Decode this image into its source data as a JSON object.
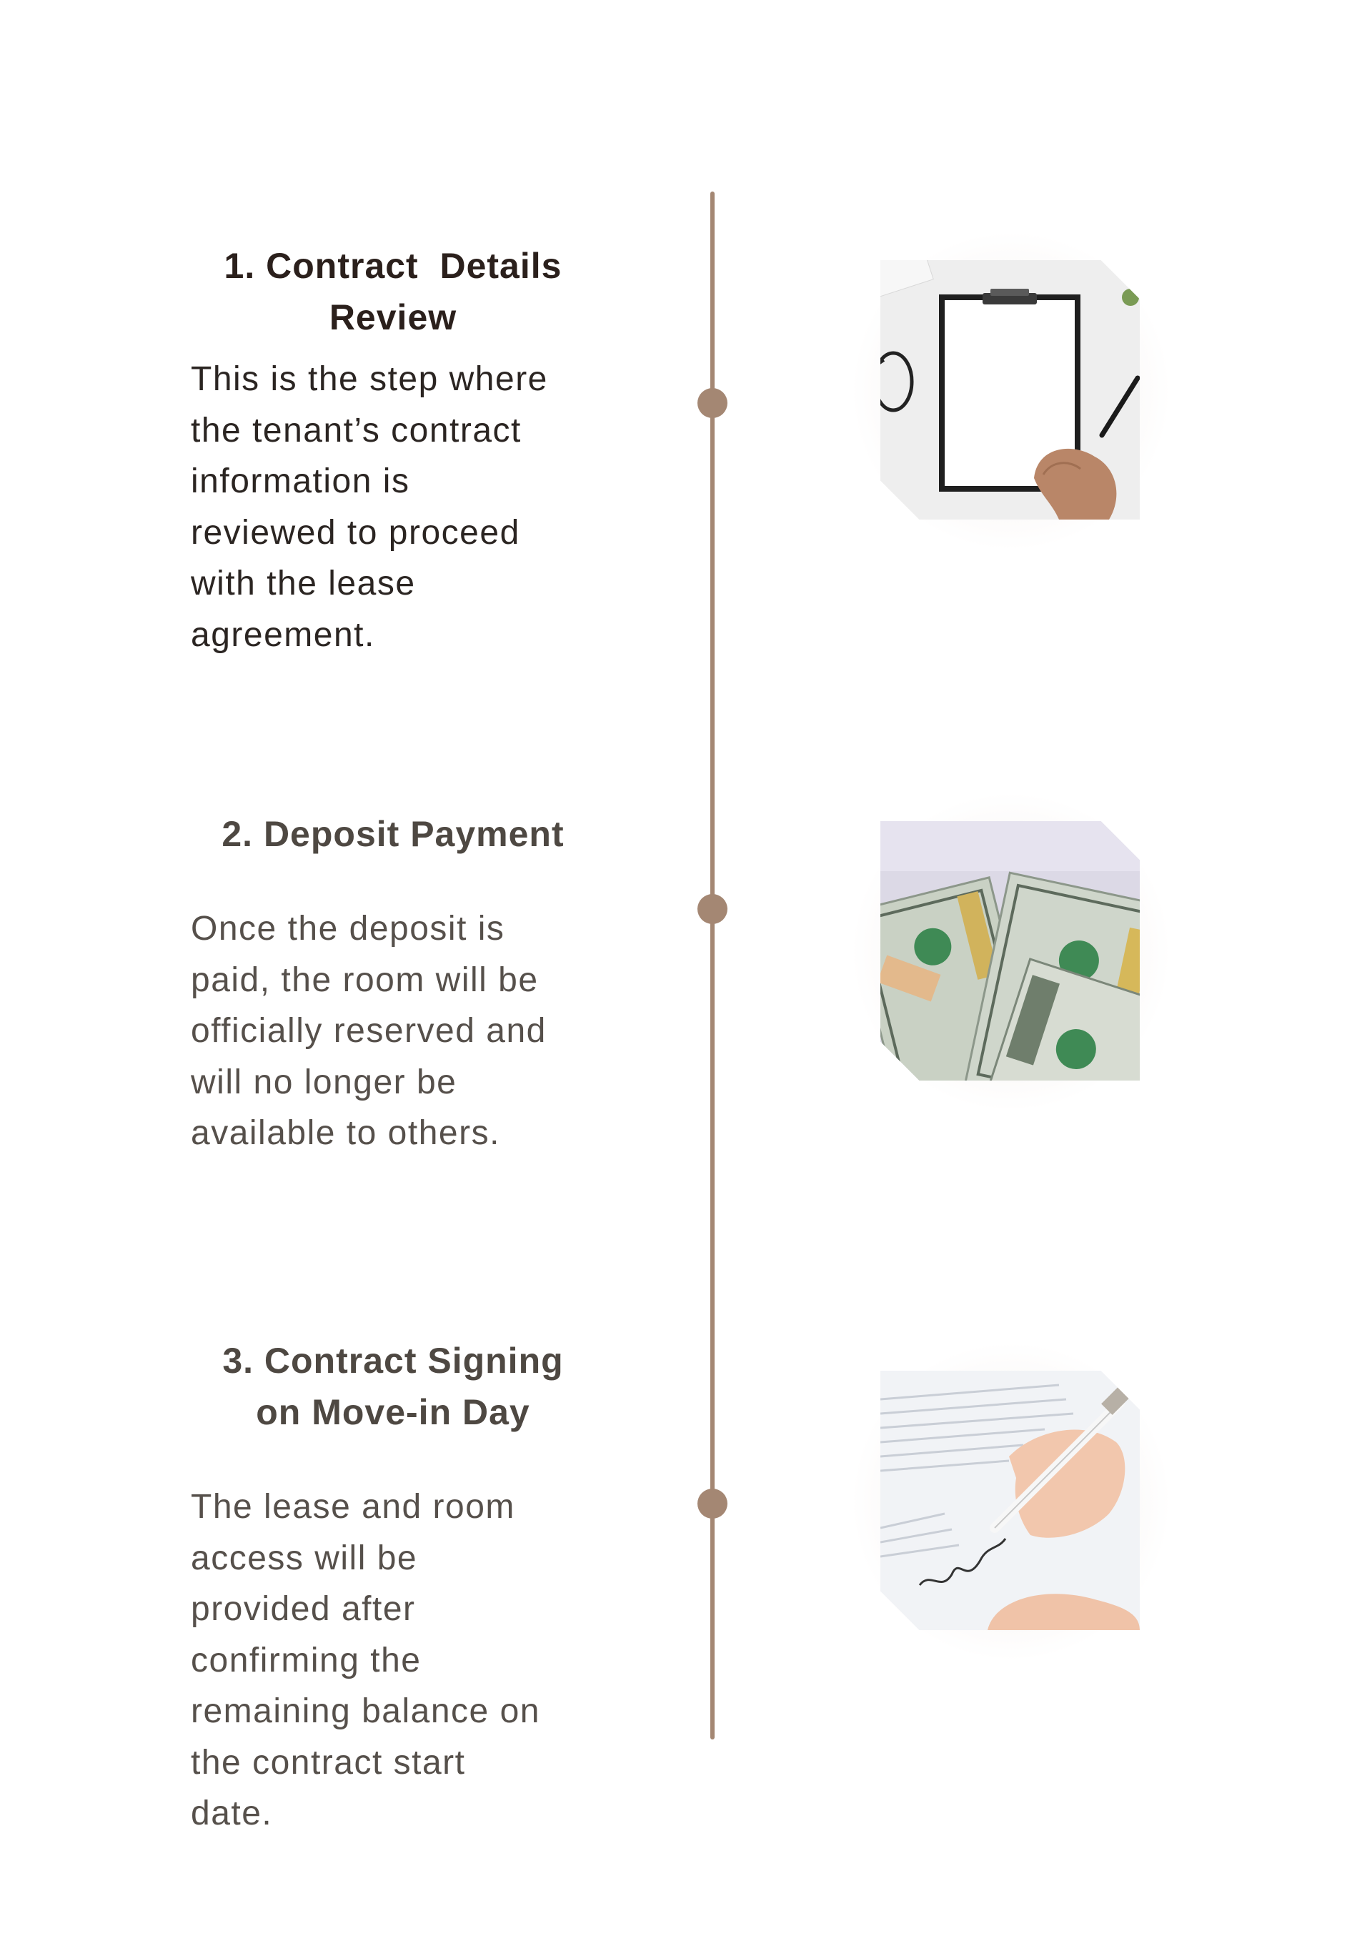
{
  "steps": [
    {
      "title_line1": "1. Contract  Details",
      "title_line2": "Review",
      "body": [
        "This is the step where",
        "the tenant’s contract",
        "information is",
        "reviewed to proceed",
        "with the lease",
        "agreement."
      ],
      "image_icon": "clipboard-icon"
    },
    {
      "title_line1": "2. Deposit Payment",
      "body": [
        "Once the deposit is",
        "paid, the room will be",
        "officially reserved and",
        "will no longer be",
        "available to others."
      ],
      "image_icon": "money-icon"
    },
    {
      "title_line1": "3. Contract Signing",
      "title_line2": "on Move-in Day",
      "body": [
        "The lease and room",
        "access will be",
        "provided after",
        "confirming the",
        "remaining balance on",
        "the contract start",
        "date."
      ],
      "image_icon": "signing-icon"
    }
  ],
  "colors": {
    "timeline": "#a48773",
    "heading_dark": "#2b201c",
    "heading_muted": "#4e4842",
    "body_text": "#56504b"
  }
}
